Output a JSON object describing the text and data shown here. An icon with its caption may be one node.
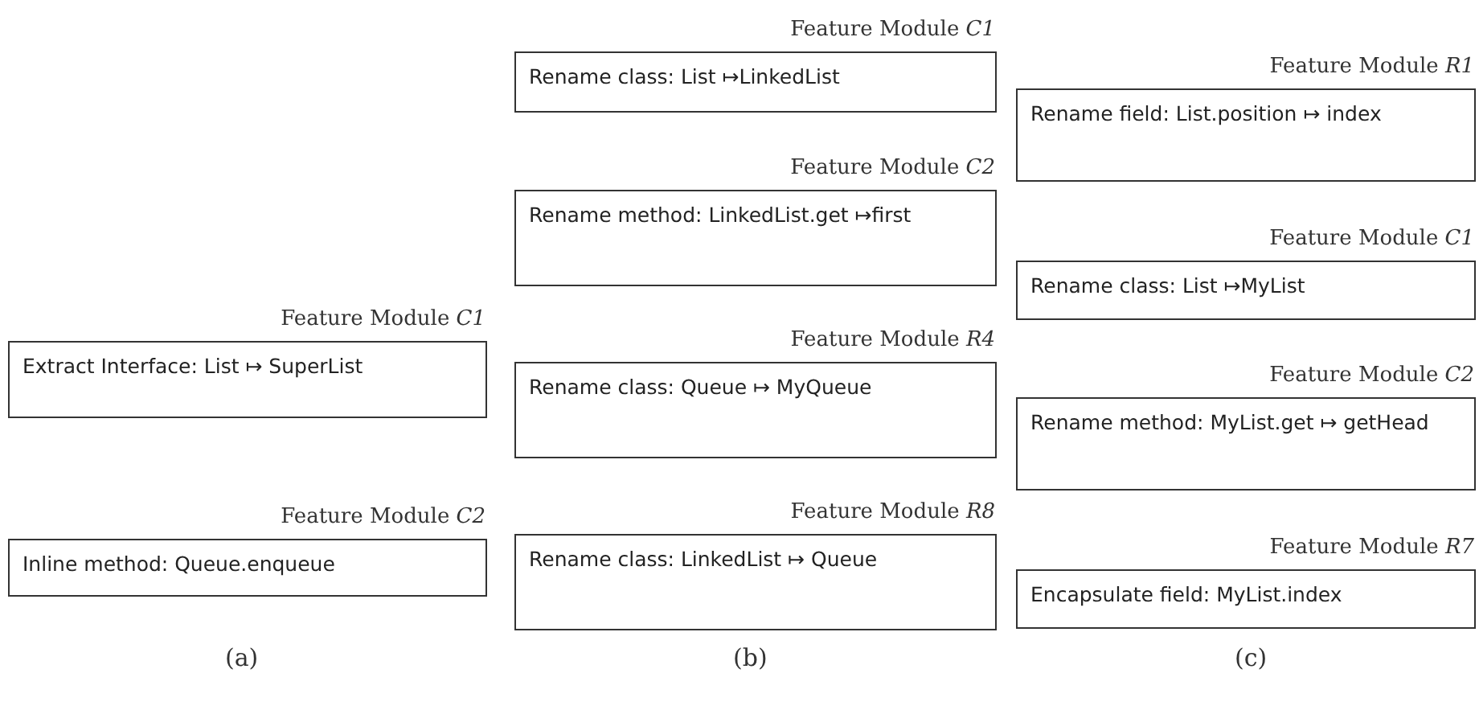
{
  "diagram": {
    "nodes": [
      {
        "text": [
          "Feature Module *C1*",
          "Extract Interface: List ↦ SuperList"
        ]
      },
      {
        "text": [
          "Feature Module *C2*",
          "Inline method: Queue.enqueue"
        ]
      },
      {
        "text": [
          "Feature Module *C1*",
          "Rename class: List ↦LinkedList"
        ]
      },
      {
        "text": [
          "Feature Module *C2*",
          "Rename method: LinkedList.get ↦first"
        ]
      },
      {
        "text": [
          "Feature Module *R4*",
          "Rename class: Queue ↦ MyQueue"
        ]
      },
      {
        "text": [
          "Feature Module *R8*",
          "Rename class: LinkedList ↦ Queue"
        ]
      },
      {
        "text": [
          "Feature Module *R1*",
          "Rename field: List.position ↦ index"
        ]
      },
      {
        "text": [
          "Feature Module *C1*",
          "Rename class: List ↦MyList"
        ]
      },
      {
        "text": [
          "Feature Module *C2*",
          "Rename method: MyList.get ↦ getHead"
        ]
      },
      {
        "text": [
          "Feature Module *R7*",
          "Encapsulate field: MyList.index"
        ]
      }
    ],
    "labels": [
      "(a)",
      "(b)",
      "(c)"
    ]
  }
}
